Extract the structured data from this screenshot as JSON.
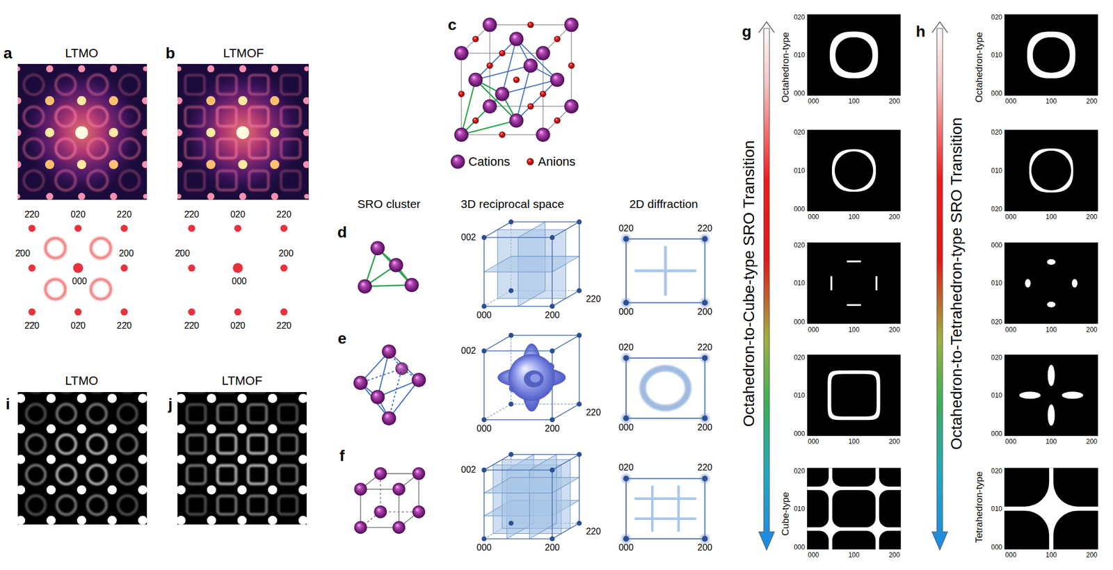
{
  "diagram": {
    "labels": [
      "a",
      "LTMO",
      "b",
      "LTMOF",
      "c",
      "2̄20",
      "020",
      "220",
      "2̄00",
      "200",
      "000",
      "2̄2̄0",
      "02̄0",
      "22̄0",
      "2̄20",
      "020",
      "220",
      "2̄00",
      "200",
      "000",
      "2̄2̄0",
      "02̄0",
      "22̄0",
      "SRO cluster",
      "3D reciprocal space",
      "2D diffraction",
      "d",
      "002",
      "220",
      "000",
      "200",
      "020",
      "220",
      "000",
      "200",
      "e",
      "002",
      "220",
      "000",
      "200",
      "020",
      "220",
      "000",
      "200",
      "f",
      "002",
      "220",
      "000",
      "200",
      "020",
      "220",
      "000",
      "200",
      "i",
      "LTMO",
      "j",
      "LTMOF",
      "g",
      "Octahedron-to-Cube-type SRO Transition",
      "Octahedron-type",
      "Cube-type",
      "020",
      "010",
      "000",
      "000",
      "100",
      "200",
      "020",
      "010",
      "000",
      "000",
      "100",
      "200",
      "020",
      "010",
      "000",
      "000",
      "100",
      "200",
      "020",
      "010",
      "000",
      "000",
      "100",
      "200",
      "020",
      "010",
      "000",
      "000",
      "100",
      "200",
      "h",
      "Octahedron-to-Tetrahedron-type SRO Transition",
      "Octahedron-type",
      "Tetrahedron-type",
      "020",
      "010",
      "000",
      "000",
      "100",
      "200",
      "020",
      "010",
      "020",
      "000",
      "100",
      "200",
      "000",
      "010",
      "020",
      "000",
      "100",
      "200",
      "020",
      "010",
      "000",
      "000",
      "100",
      "200",
      "020",
      "010",
      "000",
      "000",
      "100",
      "200"
    ],
    "legend": [
      {
        "text": "Cations"
      },
      {
        "text": "Anions"
      }
    ]
  }
}
